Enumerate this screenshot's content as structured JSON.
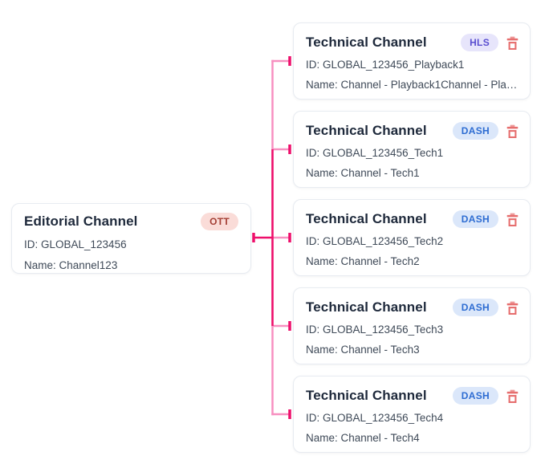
{
  "colors": {
    "pink-dark": "#ee0f6b",
    "pink-light": "#f78fc0",
    "card-border": "#e7ebf1",
    "title": "#1e293b",
    "body": "#3f4a58",
    "trash": "#e66e6e",
    "badge-ott-bg": "#fadcd8",
    "badge-ott-text": "#a43f35",
    "badge-hls-bg": "#e7e5fb",
    "badge-hls-text": "#5a4fd0",
    "badge-dash-bg": "#dbe7fa",
    "badge-dash-text": "#2d6cd2"
  },
  "editorial": {
    "title": "Editorial Channel",
    "badge": "OTT",
    "id": "ID: GLOBAL_123456",
    "name": "Name: Channel123"
  },
  "technical": [
    {
      "title": "Technical Channel",
      "badge": "HLS",
      "id": "ID: GLOBAL_123456_Playback1",
      "name": "Name: Channel - Playback1Channel - Playba..."
    },
    {
      "title": "Technical Channel",
      "badge": "DASH",
      "id": "ID: GLOBAL_123456_Tech1",
      "name": "Name: Channel - Tech1"
    },
    {
      "title": "Technical Channel",
      "badge": "DASH",
      "id": "ID: GLOBAL_123456_Tech2",
      "name": "Name: Channel - Tech2"
    },
    {
      "title": "Technical Channel",
      "badge": "DASH",
      "id": "ID: GLOBAL_123456_Tech3",
      "name": "Name: Channel - Tech3"
    },
    {
      "title": "Technical Channel",
      "badge": "DASH",
      "id": "ID: GLOBAL_123456_Tech4",
      "name": "Name: Channel - Tech4"
    }
  ]
}
